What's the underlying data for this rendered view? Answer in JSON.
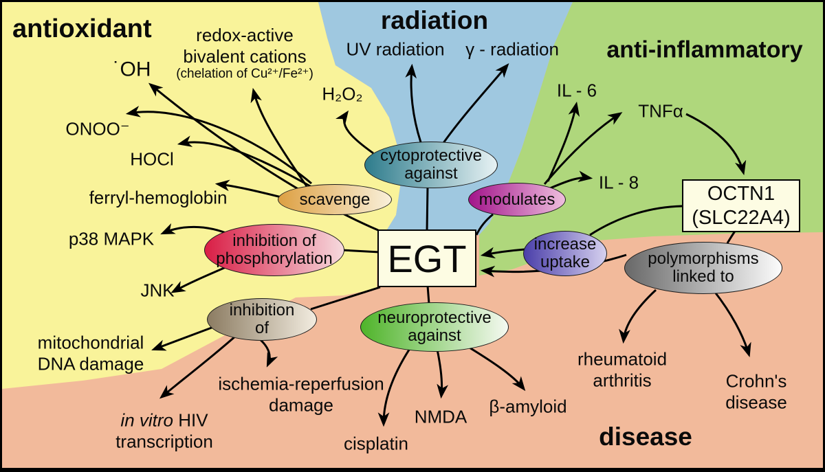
{
  "regions": {
    "antioxidant": {
      "title": "antioxidant",
      "color": "#f9f39a"
    },
    "radiation": {
      "title": "radiation",
      "color": "#9fc8e0"
    },
    "anti_inflammatory": {
      "title": "anti-inflammatory",
      "color": "#afd77c"
    },
    "disease": {
      "title": "disease",
      "color": "#f2ba9b"
    }
  },
  "center": {
    "label": "EGT"
  },
  "octn1": {
    "line1": "OCTN1",
    "line2": "(SLC22A4)"
  },
  "nodes": {
    "cytoprotective": {
      "line1": "cytoprotective",
      "line2": "against",
      "from": "#2e7c8c",
      "to": "#e7f2f4"
    },
    "scavenge": {
      "line1": "scavenge",
      "line2": "",
      "from": "#dda043",
      "to": "#f9f0da"
    },
    "modulates": {
      "line1": "modulates",
      "line2": "",
      "from": "#a2148a",
      "to": "#eebede"
    },
    "inhib_phos": {
      "line1": "inhibition of",
      "line2": "phosphorylation",
      "from": "#d91d45",
      "to": "#f6dade"
    },
    "increase": {
      "line1": "increase",
      "line2": "uptake",
      "from": "#4a3ea9",
      "to": "#d6d1ef"
    },
    "inhib_of": {
      "line1": "inhibition",
      "line2": "of",
      "from": "#8c7c62",
      "to": "#f2ece0"
    },
    "neuro": {
      "line1": "neuroprotective",
      "line2": "against",
      "from": "#4fb42a",
      "to": "#f5f9f1"
    },
    "polymorphisms": {
      "line1": "polymorphisms",
      "line2": "linked to",
      "from": "#686868",
      "to": "#fcfcfc"
    }
  },
  "labels": {
    "oh": "˙OH",
    "redox1": "redox-active",
    "redox2": "bivalent cations",
    "chelation": "(chelation of Cu²⁺/Fe²⁺)",
    "onoo": "ONOO⁻",
    "hocl": "HOCl",
    "ferryl": "ferryl-hemoglobin",
    "p38": "p38 MAPK",
    "jnk": "JNK",
    "mito1": "mitochondrial",
    "mito2": "DNA damage",
    "h2o2": "H₂O₂",
    "uv": "UV radiation",
    "gamma": "γ - radiation",
    "il6": "IL - 6",
    "tnfa": "TNFα",
    "il8": "IL - 8",
    "rheum1": "rheumatoid",
    "rheum2": "arthritis",
    "crohns1": "Crohn's",
    "crohns2": "disease",
    "ischemia1": "ischemia-reperfusion",
    "ischemia2": "damage",
    "invitro_italic": "in vitro",
    "invitro_rest": " HIV",
    "invitro2": "transcription",
    "cisplatin": "cisplatin",
    "nmda": "NMDA",
    "bamyloid": "β-amyloid"
  }
}
